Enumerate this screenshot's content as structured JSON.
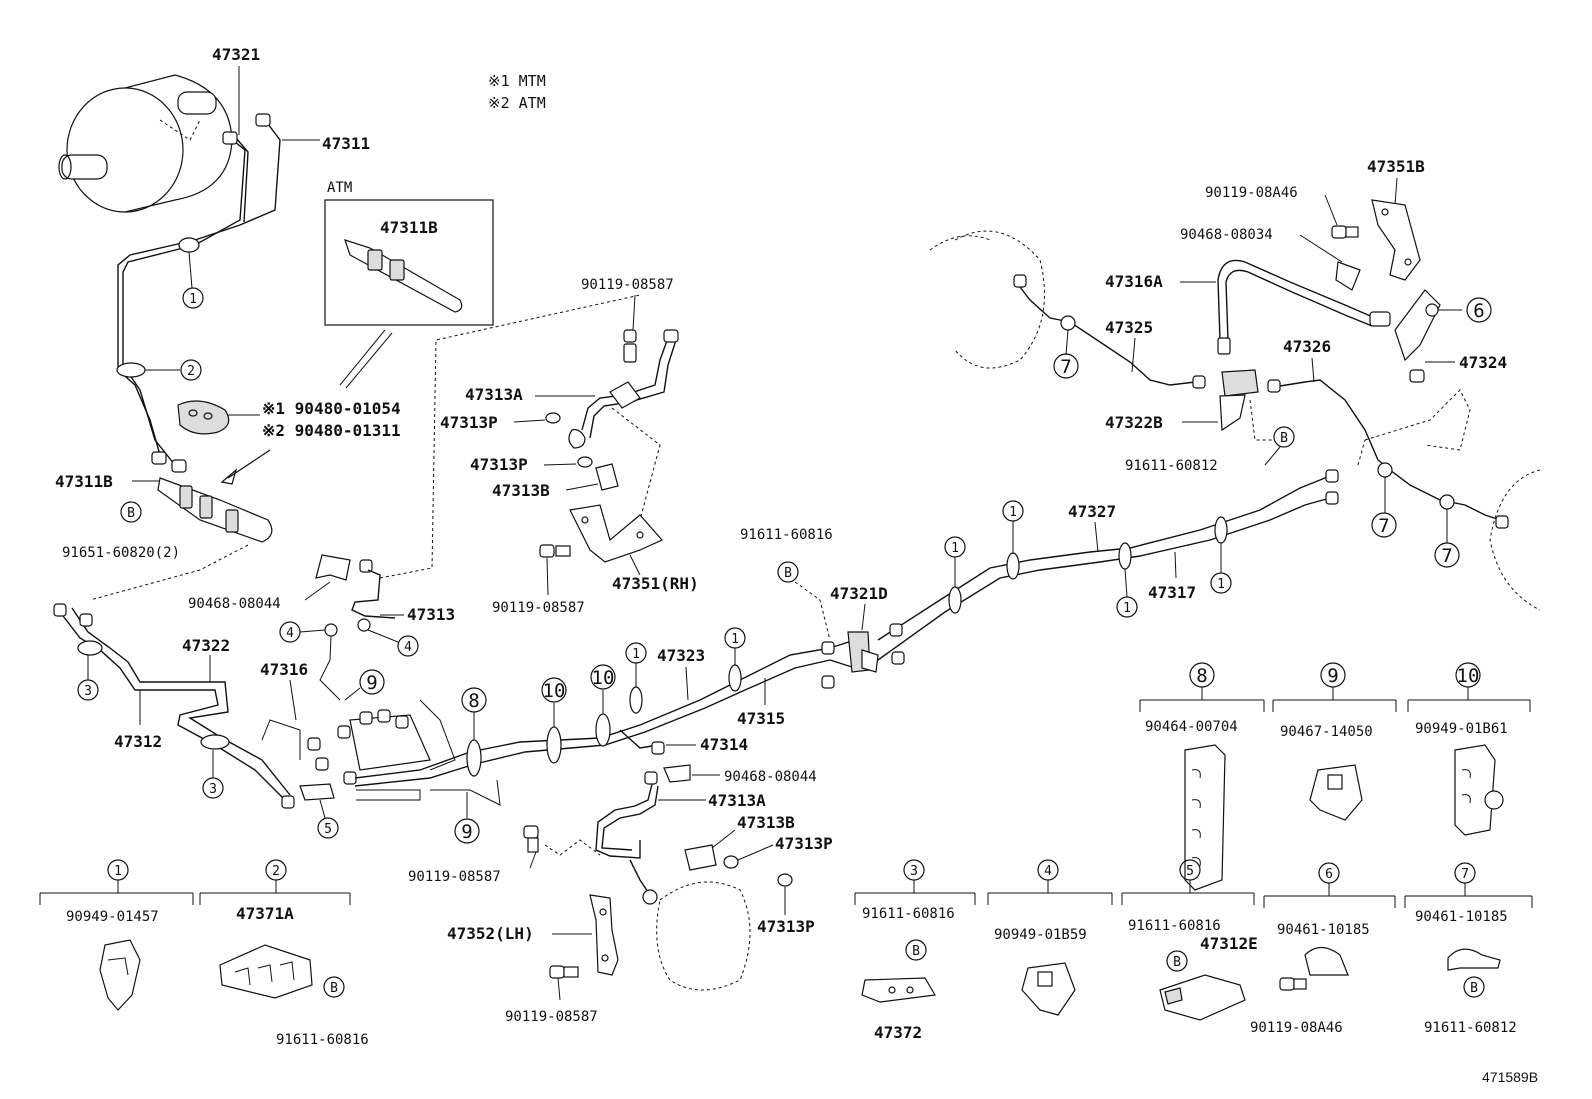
{
  "notes": {
    "n1": "※1  MTM",
    "n2": "※2  ATM"
  },
  "inset": {
    "title": "ATM",
    "part": "47311B"
  },
  "labels": {
    "p47321": "47321",
    "p47311": "47311",
    "p47311B": "47311B",
    "p91651": "91651-60820(2)",
    "grommet1": "※1  90480-01054",
    "grommet2": "※2  90480-01311",
    "p90468a": "90468-08044",
    "p47313": "47313",
    "p47322": "47322",
    "p47316": "47316",
    "p47312": "47312",
    "p90119a": "90119-08587",
    "p47313A_top": "47313A",
    "p47313P_top1": "47313P",
    "p47313P_top2": "47313P",
    "p47313B_top": "47313B",
    "p90119b": "90119-08587",
    "p47351RH": "47351(RH)",
    "p91611_mid": "91611-60816",
    "p47321D": "47321D",
    "p47323": "47323",
    "p47315": "47315",
    "p47314": "47314",
    "p90468b": "90468-08044",
    "p47313A_bot": "47313A",
    "p47313B_bot": "47313B",
    "p47313P_bot1": "47313P",
    "p90119c": "90119-08587",
    "p47352LH": "47352(LH)",
    "p47313P_bot2": "47313P",
    "p90119d": "90119-08587",
    "p47327": "47327",
    "p47317": "47317",
    "p90119_08A46": "90119-08A46",
    "p47351B": "47351B",
    "p90468_08034": "90468-08034",
    "p47316A": "47316A",
    "p47325": "47325",
    "p47326": "47326",
    "p47324": "47324",
    "p47322B": "47322B",
    "p91611_60812": "91611-60812",
    "footer": "471589B"
  },
  "callouts": {
    "c1": "1",
    "c2": "2",
    "c3": "3",
    "c4": "4",
    "c5": "5",
    "c6": "6",
    "c7": "7",
    "c8": "8",
    "c9": "9",
    "c10": "10",
    "b": "B"
  },
  "legend": {
    "c8": {
      "num": "8",
      "part": "90464-00704"
    },
    "c9": {
      "num": "9",
      "part": "90467-14050"
    },
    "c10": {
      "num": "10",
      "part": "90949-01B61"
    },
    "c1": {
      "num": "1",
      "part": "90949-01457"
    },
    "c2": {
      "num": "2",
      "part": "47371A",
      "sub": "91611-60816"
    },
    "c3": {
      "num": "3",
      "part": "91611-60816",
      "sub": "47372"
    },
    "c4": {
      "num": "4",
      "part": "90949-01B59"
    },
    "c5": {
      "num": "5",
      "part": "91611-60816",
      "sub": "47312E"
    },
    "c6": {
      "num": "6",
      "part": "90461-10185",
      "sub": "90119-08A46"
    },
    "c7": {
      "num": "7",
      "part": "90461-10185",
      "sub": "91611-60812"
    }
  }
}
